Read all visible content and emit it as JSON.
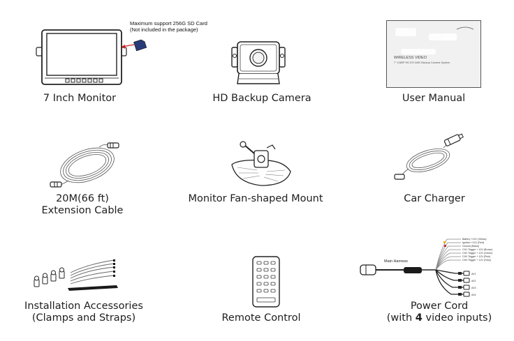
{
  "items": [
    {
      "id": "monitor",
      "label_lines": [
        "7 Inch Monitor"
      ]
    },
    {
      "id": "camera",
      "label_lines": [
        "HD Backup Camera"
      ]
    },
    {
      "id": "manual",
      "label_lines": [
        "User Manual"
      ]
    },
    {
      "id": "cable",
      "label_lines": [
        "20M(66 ft)",
        "Extension Cable"
      ]
    },
    {
      "id": "mount",
      "label_lines": [
        "Monitor Fan-shaped Mount"
      ]
    },
    {
      "id": "charger",
      "label_lines": [
        "Car Charger"
      ]
    },
    {
      "id": "accessories",
      "label_lines": [
        "Installation Accessories",
        "(Clamps and Straps)"
      ]
    },
    {
      "id": "remote",
      "label_lines": [
        "Remote Control"
      ]
    },
    {
      "id": "powercord",
      "label_lines": [
        "Power Cord"
      ],
      "sub_prefix": "(with ",
      "sub_number": "4",
      "sub_suffix": " video inputs)"
    }
  ],
  "sd_note": [
    "Maximum support 256G SD Card",
    "(Not included in the package)"
  ],
  "harness_label": "Main Harness",
  "harness_wires": [
    "Battery +12V (Yellow)",
    "Ignition +12V (Red)",
    "Ground (Black)",
    "CH1 Trigger + 12V (Brown)",
    "CH2 Trigger + 12V (Green)",
    "CH3 Trigger + 12V (Pink)",
    "CH4 Trigger + 12V (Grey)"
  ],
  "av_labels": [
    "AV1",
    "AV2",
    "AV3",
    "AV4"
  ],
  "manual_text": [
    "WIRELESS VIDEO",
    "7\" 1080P HD DIY AHD Backup Camera System"
  ],
  "colors": {
    "sd_arrow": "#d42020",
    "sd_card": "#2a3b7a"
  }
}
